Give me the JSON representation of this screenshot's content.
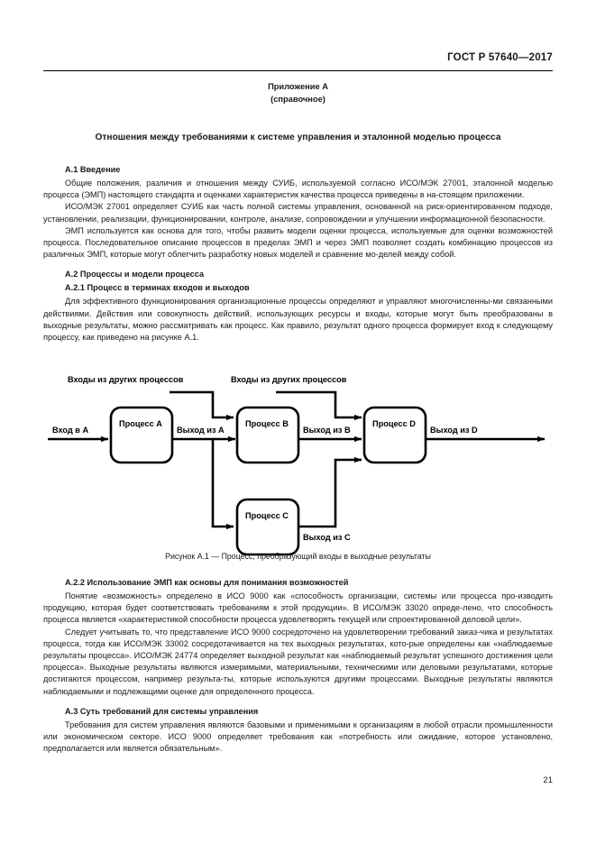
{
  "header": {
    "standard": "ГОСТ Р 57640—2017"
  },
  "annex": {
    "name": "Приложение А",
    "kind": "(справочное)",
    "title": "Отношения между требованиями к системе управления и эталонной моделью процесса"
  },
  "sections": [
    {
      "id": "a1",
      "heading": "А.1 Введение",
      "paragraphs": [
        "Общие положения, различия и отношения между СУИБ, используемой согласно ИСО/МЭК 27001, эталонной моделью процесса (ЭМП) настоящего стандарта и оценками характеристик качества процесса приведены в на-стоящем приложении.",
        "ИСО/МЭК 27001 определяет СУИБ как часть полной системы управления, основанной на риск-ориентированном подходе, установлении, реализации, функционировании, контроле, анализе, сопровождении и улучшении информационной безопасности.",
        "ЭМП используется как основа для того, чтобы развить модели оценки процесса, используемые для оценки возможностей процесса. Последовательное описание процессов в пределах ЭМП и через ЭМП позволяет создать комбинацию процессов из различных ЭМП, которые могут облегчить разработку новых моделей и сравнение мо-делей между собой."
      ]
    },
    {
      "id": "a2",
      "heading": "А.2 Процессы и модели процесса",
      "paragraphs": []
    },
    {
      "id": "a21",
      "heading": "А.2.1 Процесс в терминах входов и выходов",
      "paragraphs": [
        "Для эффективного функционирования организационные процессы определяют и управляют многочисленны-ми связанными действиями. Действия или совокупность действий, использующих ресурсы и входы, которые могут быть преобразованы в выходные результаты, можно рассматривать как процесс. Как правило, результат одного процесса формирует вход к следующему процессу, как приведено на рисунке А.1."
      ]
    }
  ],
  "sections_lower": [
    {
      "id": "a22",
      "heading": "А.2.2 Использование ЭМП как основы для понимания возможностей",
      "paragraphs": [
        "Понятие «возможность» определено в ИСО 9000 как «способность организации, системы или процесса про-изводить продукцию, которая будет соответствовать требованиям к этой продукции». В ИСО/МЭК 33020 опреде-лено, что способность процесса является «характеристикой способности процесса удовлетворять текущей или спроектированной деловой цели».",
        "Следует учитывать то, что представление ИСО 9000 сосредоточено на удовлетворении требований заказ-чика и результатах процесса, тогда как ИСО/МЭК 33002 сосредотачивается на тех выходных результатах, кото-рые определены как «наблюдаемые результаты процесса». ИСО/МЭК 24774 определяет выходной результат как «наблюдаемый результат успешного достижения цели процесса». Выходные результаты являются измеримыми, материальными, техническими или деловыми результатами, которые достигаются процессом, например результа-ты, которые используются другими процессами. Выходные результаты являются наблюдаемыми и подлежащими оценке для определенного процесса."
      ]
    },
    {
      "id": "a3",
      "heading": "А.3 Суть требований для системы управления",
      "paragraphs": [
        "Требования для систем управления являются базовыми и применимыми к организациям в любой отрасли промышленности или экономическом секторе. ИСО 9000 определяет требования как «потребность или ожидание, которое установлено, предполагается или является обязательным»."
      ]
    }
  ],
  "figure": {
    "caption": "Рисунок А.1 — Процесс, преобразующий входы в выходные результаты",
    "boxes": [
      {
        "id": "a",
        "label": "Процесс А"
      },
      {
        "id": "b",
        "label": "Процесс В"
      },
      {
        "id": "c",
        "label": "Процесс С"
      },
      {
        "id": "d",
        "label": "Процесс D"
      }
    ],
    "labels": {
      "input_a": "Вход в А",
      "output_a": "Выход из А",
      "output_b": "Выход из В",
      "output_c": "Выход из С",
      "output_d": "Выход из D",
      "external_inputs_1": "Входы из других процессов",
      "external_inputs_2": "Входы из других процессов"
    }
  },
  "page_number": "21",
  "colors": {
    "ink": "#000000",
    "paper": "#ffffff"
  }
}
